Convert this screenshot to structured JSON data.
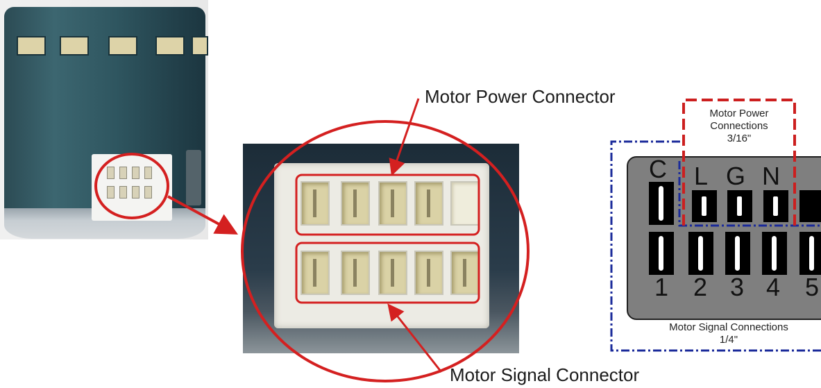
{
  "labels": {
    "power_connector": "Motor Power Connector",
    "signal_connector": "Motor Signal Connector"
  },
  "pinout": {
    "power_box_title": "Motor Power Connections",
    "power_box_size": "3/16\"",
    "signal_box_title": "Motor Signal Connections",
    "signal_box_size": "1/4\"",
    "top_row_letters": [
      "C",
      "L",
      "G",
      "N"
    ],
    "bottom_row_numbers": [
      "1",
      "2",
      "3",
      "4",
      "5"
    ]
  },
  "colors": {
    "highlight": "#d42020",
    "power_box": "#cc1f1f",
    "signal_box": "#1a2a9a",
    "motor_body": "#2f5660",
    "diagram_body": "#7f7f7f"
  },
  "icons": {
    "arrow": "red-arrow",
    "circle": "red-ellipse-highlight"
  }
}
